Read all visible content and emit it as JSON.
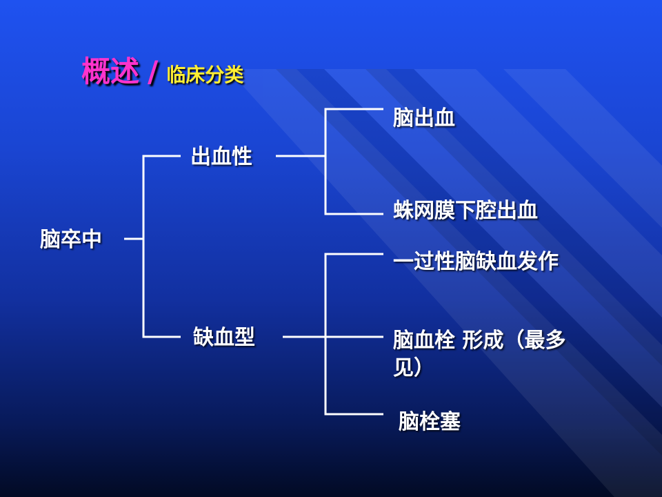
{
  "title": {
    "main": "概述",
    "slash": "/",
    "sub": "临床分类"
  },
  "tree": {
    "root": "脑卒中",
    "hemorrhagic": {
      "label": "出血性",
      "children": [
        "脑出血",
        "蛛网膜下腔出血"
      ]
    },
    "ischemic": {
      "label": "缺血型",
      "children": [
        "一过性脑缺血发作",
        "脑血栓 形成（最多见）",
        "脑栓塞"
      ]
    }
  },
  "colors": {
    "title_main": "#ff33cc",
    "title_sub": "#ffee33",
    "text": "#ffffff",
    "lines": "#ffffff"
  }
}
